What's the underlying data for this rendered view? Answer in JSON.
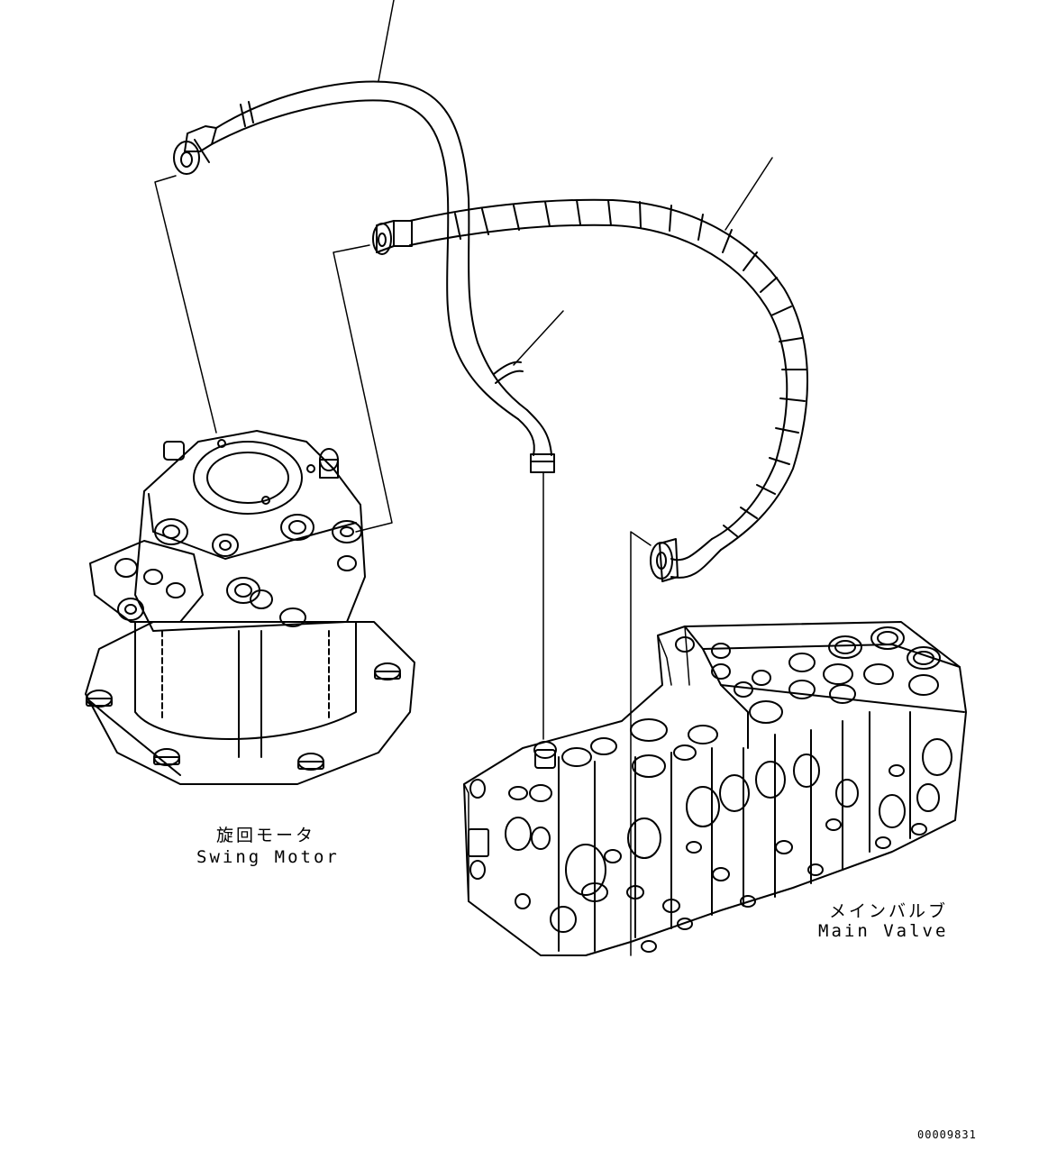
{
  "labels": {
    "swing_motor_jp": "旋回モータ",
    "swing_motor_en": "Swing Motor",
    "main_valve_jp": "メインバルブ",
    "main_valve_en": "Main Valve",
    "drawing_number": "00009831"
  },
  "colors": {
    "line": "#000000",
    "background": "#ffffff"
  }
}
